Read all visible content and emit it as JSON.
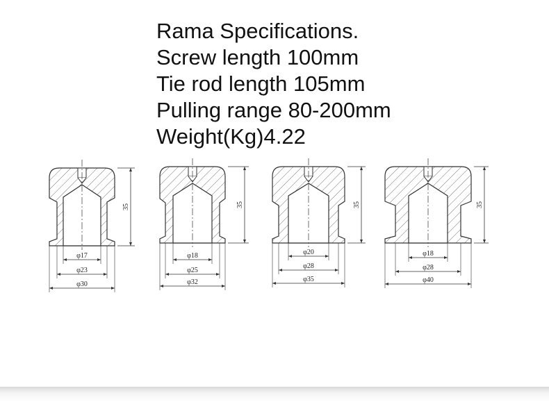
{
  "specs": {
    "lines": [
      "Rama Specifications.",
      "Screw length 100mm",
      "Tie rod length 105mm",
      "Pulling range 80-200mm",
      "Weight(Kg)4.22"
    ]
  },
  "diagram": {
    "height_label": "35",
    "parts": [
      {
        "dims": [
          "φ17",
          "φ23",
          "φ30"
        ]
      },
      {
        "dims": [
          "φ18",
          "φ25",
          "φ32"
        ]
      },
      {
        "dims": [
          "φ20",
          "φ28",
          "φ35"
        ]
      },
      {
        "dims": [
          "φ18",
          "φ28",
          "φ40"
        ]
      }
    ]
  },
  "colors": {
    "line": "#333333",
    "text": "#111111"
  }
}
